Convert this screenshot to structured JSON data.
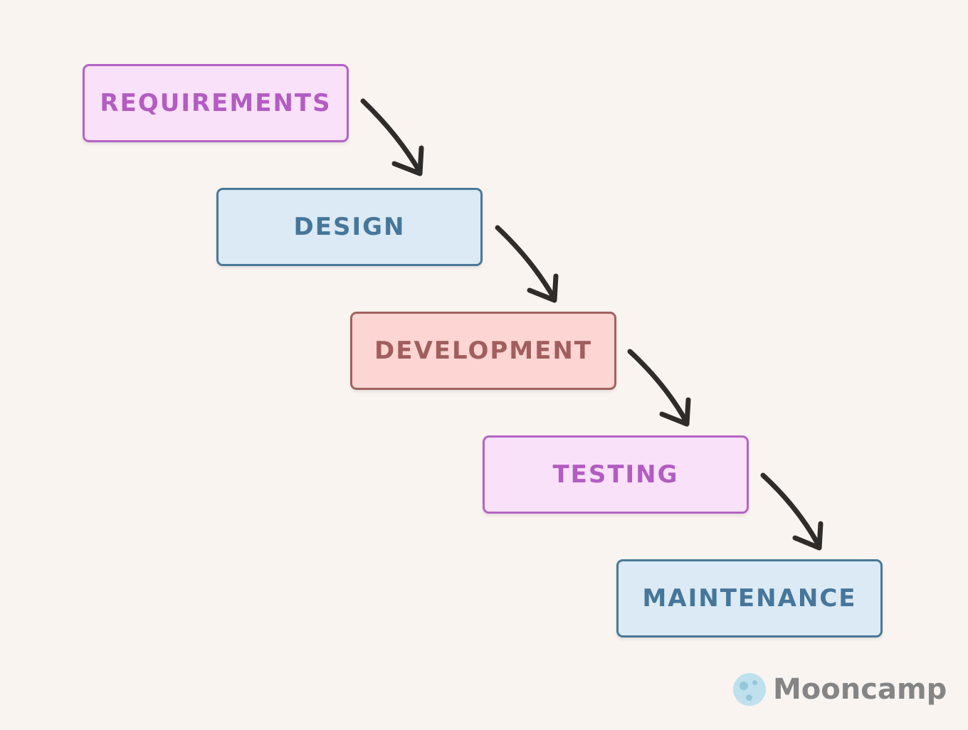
{
  "diagram": {
    "type": "waterfall",
    "steps": [
      {
        "label": "REQUIREMENTS",
        "color": "#b35cc2",
        "fill": "#f9e1f9"
      },
      {
        "label": "DESIGN",
        "color": "#46769a",
        "fill": "#dbeaf4"
      },
      {
        "label": "DEVELOPMENT",
        "color": "#a05f5e",
        "fill": "#fdd5d3"
      },
      {
        "label": "TESTING",
        "color": "#b35cc2",
        "fill": "#f9e1f9"
      },
      {
        "label": "MAINTENANCE",
        "color": "#46769a",
        "fill": "#dbeaf4"
      }
    ],
    "arrow_color": "#2f2c2a"
  },
  "branding": {
    "logo_text": "Mooncamp"
  }
}
